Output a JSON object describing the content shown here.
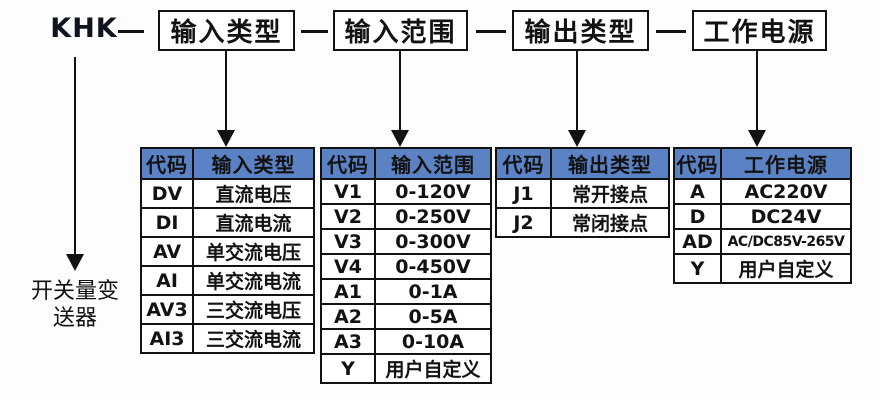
{
  "title_code": "KHK",
  "product_label": "开关量变送器",
  "colors": {
    "header_bg": "#5b82c4",
    "line": "#121212",
    "text": "#121212"
  },
  "top_boxes": [
    {
      "label": "输入类型"
    },
    {
      "label": "输入范围"
    },
    {
      "label": "输出类型"
    },
    {
      "label": "工作电源"
    }
  ],
  "tables": [
    {
      "code_header": "代码",
      "value_header": "输入类型",
      "rows": [
        {
          "code": "DV",
          "value": "直流电压"
        },
        {
          "code": "DI",
          "value": "直流电流"
        },
        {
          "code": "AV",
          "value": "单交流电压"
        },
        {
          "code": "AI",
          "value": "单交流电流"
        },
        {
          "code": "AV3",
          "value": "三交流电压"
        },
        {
          "code": "AI3",
          "value": "三交流电流"
        }
      ]
    },
    {
      "code_header": "代码",
      "value_header": "输入范围",
      "rows": [
        {
          "code": "V1",
          "value": "0-120V"
        },
        {
          "code": "V2",
          "value": "0-250V"
        },
        {
          "code": "V3",
          "value": "0-300V"
        },
        {
          "code": "V4",
          "value": "0-450V"
        },
        {
          "code": "A1",
          "value": "0-1A"
        },
        {
          "code": "A2",
          "value": "0-5A"
        },
        {
          "code": "A3",
          "value": "0-10A"
        },
        {
          "code": "Y",
          "value": "用户自定义"
        }
      ]
    },
    {
      "code_header": "代码",
      "value_header": "输出类型",
      "rows": [
        {
          "code": "J1",
          "value": "常开接点"
        },
        {
          "code": "J2",
          "value": "常闭接点"
        }
      ]
    },
    {
      "code_header": "代码",
      "value_header": "工作电源",
      "rows": [
        {
          "code": "A",
          "value": "AC220V"
        },
        {
          "code": "D",
          "value": "DC24V"
        },
        {
          "code": "AD",
          "value": "AC/DC85V-265V"
        },
        {
          "code": "Y",
          "value": "用户自定义"
        }
      ]
    }
  ]
}
